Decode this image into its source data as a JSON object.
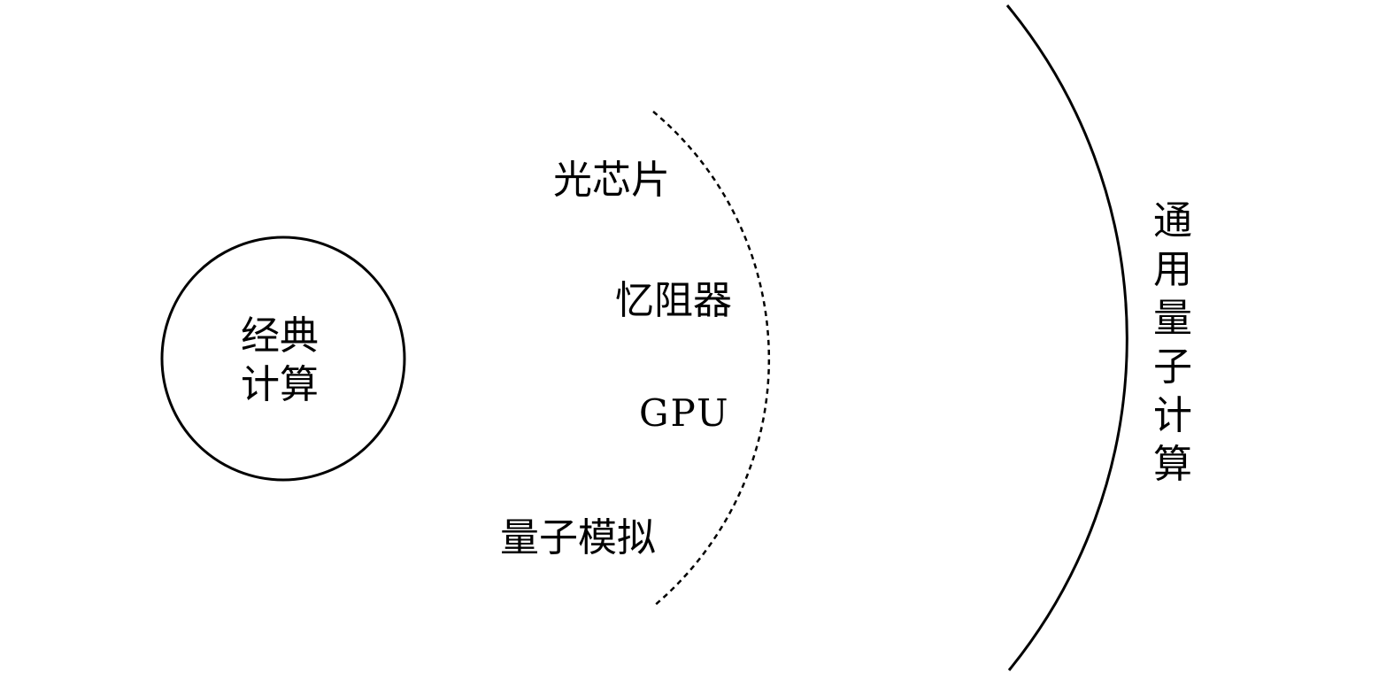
{
  "classical": {
    "line1": "经典",
    "line2": "计算"
  },
  "intermediate": {
    "items": [
      "光芯片",
      "忆阻器",
      "GPU",
      "量子模拟"
    ]
  },
  "universal_quantum": {
    "chars": [
      "通",
      "用",
      "量",
      "子",
      "计",
      "算"
    ]
  }
}
